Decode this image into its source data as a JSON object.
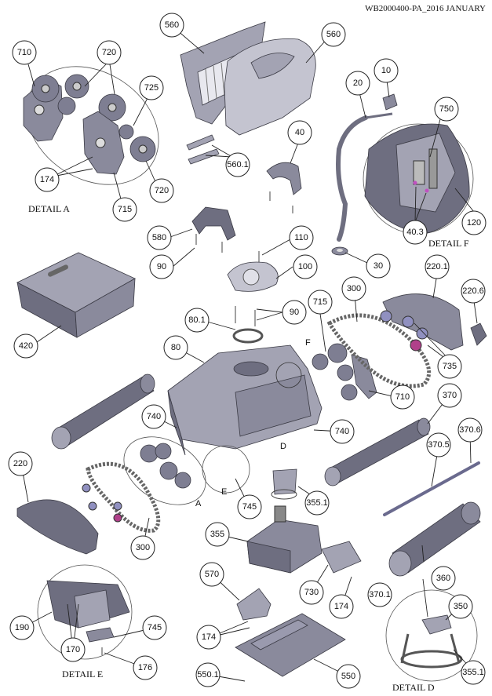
{
  "header": {
    "doc_code": "WB2000400-PA_2016 JANUARY"
  },
  "details": {
    "a": "DETAIL A",
    "f": "DETAIL F",
    "e": "DETAIL E",
    "d": "DETAIL D"
  },
  "inline_refs": {
    "a": "A",
    "e": "E",
    "d": "D",
    "f": "F"
  },
  "callouts": [
    {
      "id": "710a",
      "label": "710"
    },
    {
      "id": "720a",
      "label": "720"
    },
    {
      "id": "725",
      "label": "725"
    },
    {
      "id": "174a",
      "label": "174"
    },
    {
      "id": "715a",
      "label": "715"
    },
    {
      "id": "720b",
      "label": "720"
    },
    {
      "id": "560a",
      "label": "560"
    },
    {
      "id": "560b",
      "label": "560"
    },
    {
      "id": "5601",
      "label": "560.1"
    },
    {
      "id": "20",
      "label": "20"
    },
    {
      "id": "10",
      "label": "10"
    },
    {
      "id": "750",
      "label": "750"
    },
    {
      "id": "40",
      "label": "40"
    },
    {
      "id": "403",
      "label": "40.3"
    },
    {
      "id": "120",
      "label": "120"
    },
    {
      "id": "580",
      "label": "580"
    },
    {
      "id": "90a",
      "label": "90"
    },
    {
      "id": "110",
      "label": "110"
    },
    {
      "id": "100",
      "label": "100"
    },
    {
      "id": "30",
      "label": "30"
    },
    {
      "id": "420",
      "label": "420"
    },
    {
      "id": "801",
      "label": "80.1"
    },
    {
      "id": "90b",
      "label": "90"
    },
    {
      "id": "715b",
      "label": "715"
    },
    {
      "id": "300a",
      "label": "300"
    },
    {
      "id": "2201",
      "label": "220.1"
    },
    {
      "id": "2206",
      "label": "220.6"
    },
    {
      "id": "80",
      "label": "80"
    },
    {
      "id": "735",
      "label": "735"
    },
    {
      "id": "710b",
      "label": "710"
    },
    {
      "id": "370",
      "label": "370"
    },
    {
      "id": "740a",
      "label": "740"
    },
    {
      "id": "740b",
      "label": "740"
    },
    {
      "id": "3706",
      "label": "370.6"
    },
    {
      "id": "3705",
      "label": "370.5"
    },
    {
      "id": "220",
      "label": "220"
    },
    {
      "id": "3551",
      "label": "355.1"
    },
    {
      "id": "745a",
      "label": "745"
    },
    {
      "id": "300b",
      "label": "300"
    },
    {
      "id": "355",
      "label": "355"
    },
    {
      "id": "3701",
      "label": "370.1"
    },
    {
      "id": "570",
      "label": "570"
    },
    {
      "id": "730",
      "label": "730"
    },
    {
      "id": "360",
      "label": "360"
    },
    {
      "id": "174b",
      "label": "174"
    },
    {
      "id": "350",
      "label": "350"
    },
    {
      "id": "190",
      "label": "190"
    },
    {
      "id": "745b",
      "label": "745"
    },
    {
      "id": "170",
      "label": "170"
    },
    {
      "id": "174c",
      "label": "174"
    },
    {
      "id": "176",
      "label": "176"
    },
    {
      "id": "5501",
      "label": "550.1"
    },
    {
      "id": "550",
      "label": "550"
    },
    {
      "id": "3551b",
      "label": "355.1"
    }
  ]
}
